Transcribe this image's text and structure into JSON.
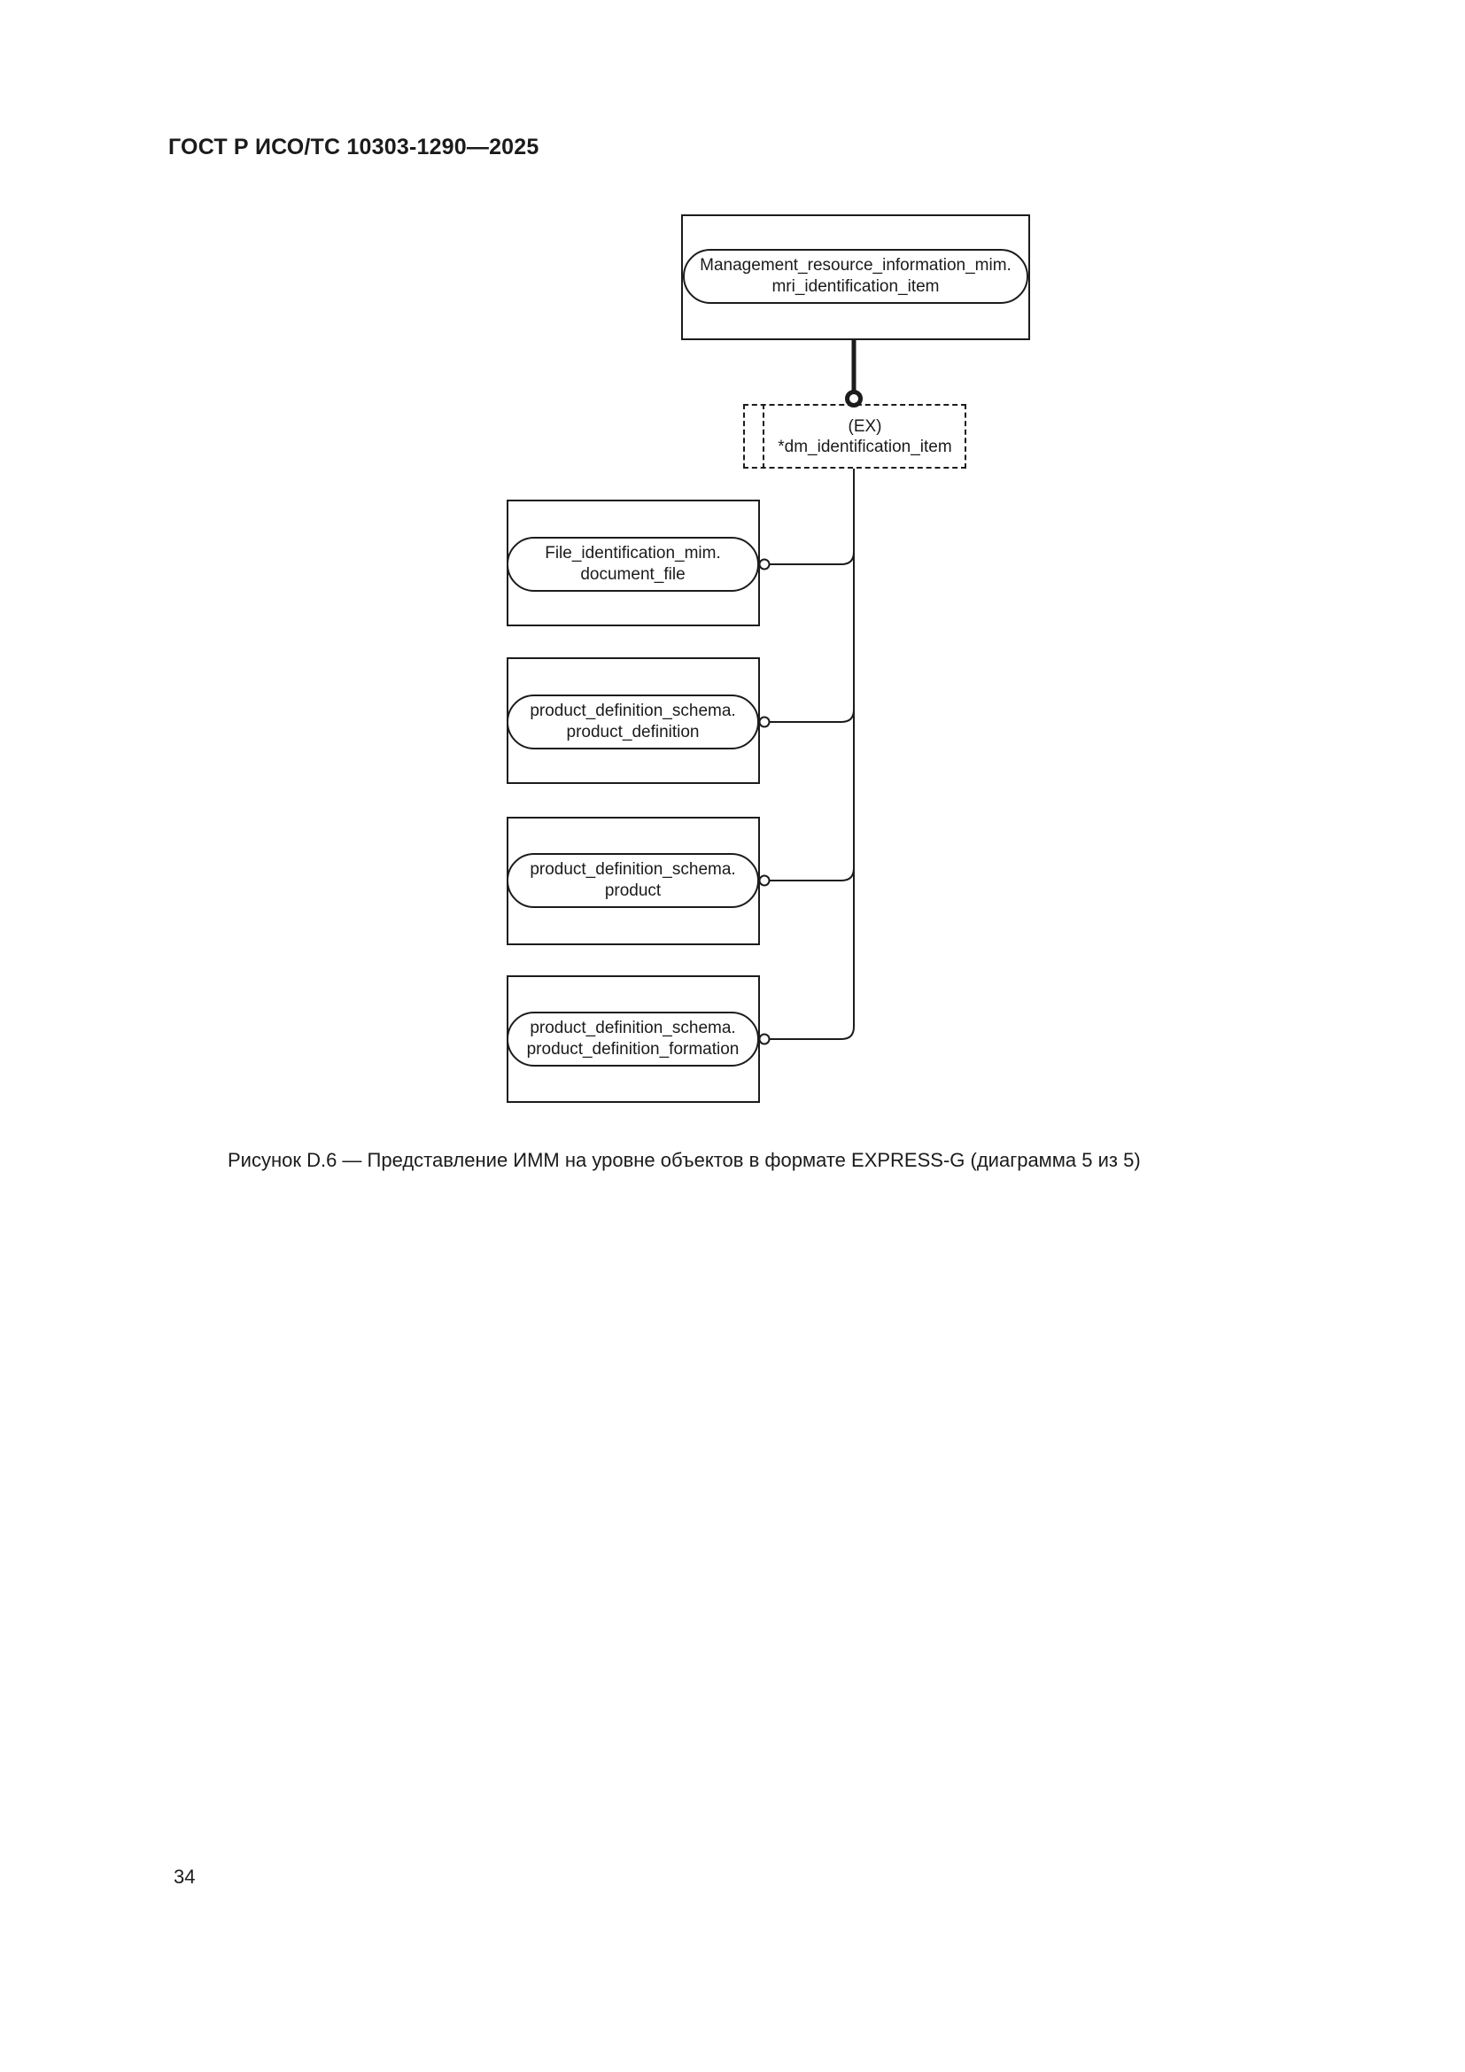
{
  "page": {
    "header": "ГОСТ Р ИСО/ТС 10303-1290—2025",
    "caption": "Рисунок D.6 — Представление ИММ на уровне объектов в формате EXPRESS-G (диаграмма 5 из 5)",
    "page_number": "34"
  },
  "diagram": {
    "type": "EXPRESS-G entity level model",
    "root": {
      "line1": "Management_resource_information_mim.",
      "line2": "mri_identification_item"
    },
    "reference": {
      "line1": "(EX)",
      "line2": "*dm_identification_item"
    },
    "entities": [
      {
        "line1": "File_identification_mim.",
        "line2": "document_file"
      },
      {
        "line1": "product_definition_schema.",
        "line2": "product_definition"
      },
      {
        "line1": "product_definition_schema.",
        "line2": "product"
      },
      {
        "line1": "product_definition_schema.",
        "line2": "product_definition_formation"
      }
    ]
  }
}
